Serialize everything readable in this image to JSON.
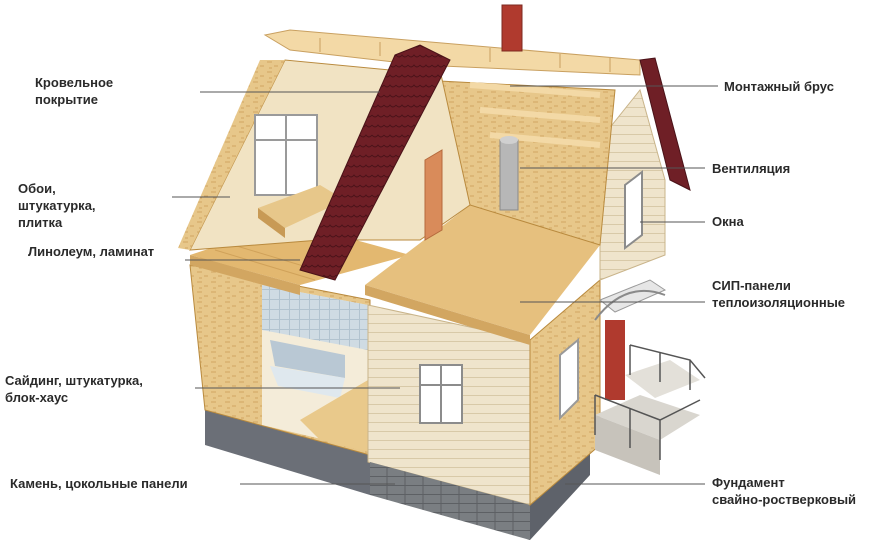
{
  "diagram": {
    "colors": {
      "osb": "#e7c78a",
      "osb_dark": "#d2a661",
      "osb_edge": "#b98a3e",
      "beam": "#f3d9a6",
      "roof": "#6f1f26",
      "roof_edge": "#4a1218",
      "siding": "#efe4cc",
      "siding_line": "#d8c9a8",
      "wall_interior": "#f4ecd9",
      "bath": "#b9c8d4",
      "plinth": "#6b6f77",
      "stone": "#7a7e82",
      "chimney": "#b03a2e",
      "leader": "#555555",
      "text": "#2a2a2a"
    },
    "labels": {
      "roofing": [
        "Кровельное",
        "покрытие"
      ],
      "wallpaper": [
        "Обои,",
        "штукатурка,",
        "плитка"
      ],
      "linoleum": "Линолеум, ламинат",
      "siding": [
        "Сайдинг, штукатурка,",
        "блок-хаус"
      ],
      "stone": "Камень, цокольные панели",
      "beam": "Монтажный брус",
      "ventilation": "Вентиляция",
      "windows": "Окна",
      "sip": [
        "СИП-панели",
        "теплоизоляционные"
      ],
      "foundation": [
        "Фундамент",
        "свайно-ростверковый"
      ]
    }
  }
}
